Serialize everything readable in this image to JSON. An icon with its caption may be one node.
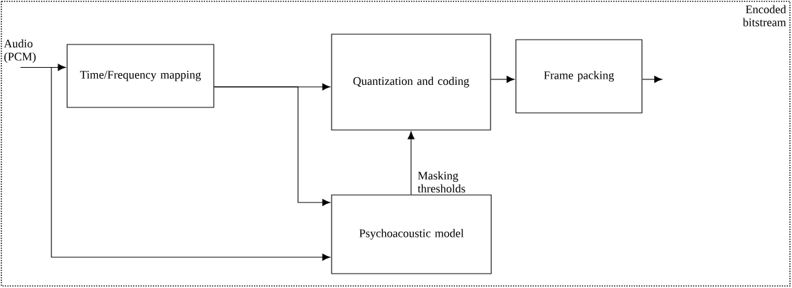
{
  "diagram": {
    "nodes": [
      {
        "text": [
          "Audio (PCM)"
        ]
      },
      {
        "text": [
          "Time/Frequency mapping"
        ]
      },
      {
        "text": [
          "Quantization and coding"
        ]
      },
      {
        "text": [
          "Frame packing"
        ]
      },
      {
        "text": [
          "Psychoacoustic model"
        ]
      }
    ],
    "edges": [
      {
        "from": 0,
        "to": 1,
        "arrow": "to"
      },
      {
        "from": 0,
        "to": 4,
        "arrow": "to"
      },
      {
        "from": 1,
        "to": 2,
        "arrow": "to"
      },
      {
        "from": 1,
        "to": 4,
        "arrow": "to"
      },
      {
        "from": 4,
        "to": 2,
        "arrow": "to",
        "label": "Masking thresholds"
      },
      {
        "from": 2,
        "to": 3,
        "arrow": "to"
      },
      {
        "from": 3,
        "to": null,
        "arrow": "to"
      }
    ],
    "labels": [
      "Encoded bitstream"
    ]
  }
}
